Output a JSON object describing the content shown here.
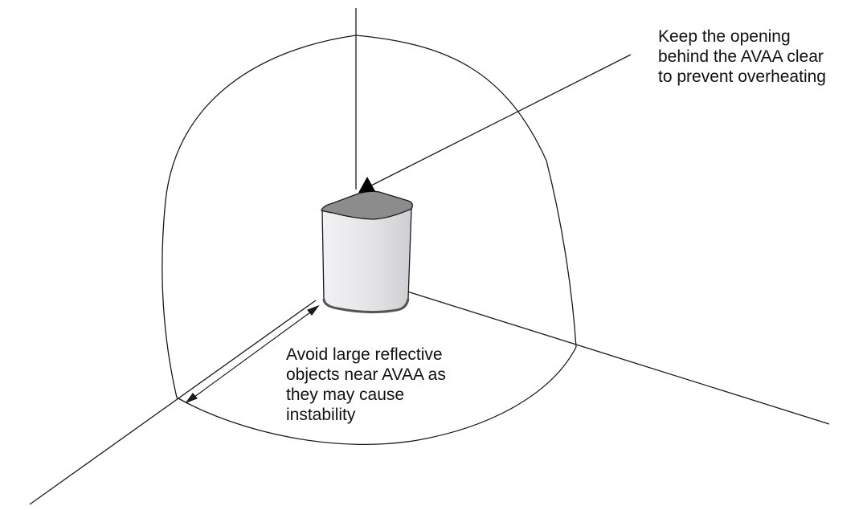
{
  "callouts": {
    "top": {
      "lines": [
        "Keep the opening",
        "behind the AVAA clear",
        "to prevent overheating"
      ]
    },
    "bottom": {
      "lines": [
        "Avoid large reflective",
        "objects near AVAA as",
        "they may cause",
        "instability"
      ]
    }
  },
  "colors": {
    "line": "#1a1a1a",
    "device_top": "#8c8c8c",
    "device_body": "#e6e6e8",
    "device_rim": "#555555"
  }
}
